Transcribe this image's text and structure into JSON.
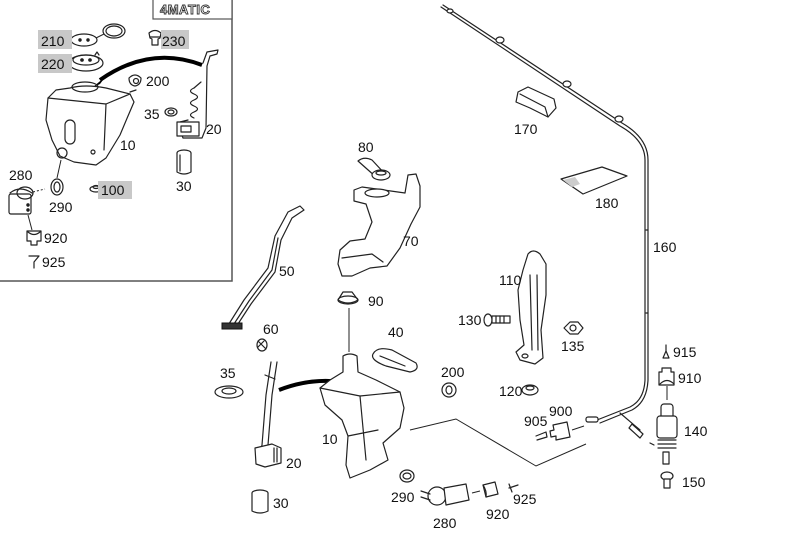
{
  "diagram": {
    "type": "exploded-parts-diagram",
    "subject": "Windshield washer reservoir assembly",
    "inset": {
      "badge": "4MATIC",
      "callouts": [
        {
          "id": "210",
          "label": "210",
          "highlighted": true
        },
        {
          "id": "220",
          "label": "220",
          "highlighted": true
        },
        {
          "id": "230",
          "label": "230",
          "highlighted": true
        },
        {
          "id": "200",
          "label": "200",
          "highlighted": false
        },
        {
          "id": "35",
          "label": "35",
          "highlighted": false
        },
        {
          "id": "20",
          "label": "20",
          "highlighted": false
        },
        {
          "id": "10",
          "label": "10",
          "highlighted": false
        },
        {
          "id": "30",
          "label": "30",
          "highlighted": false
        },
        {
          "id": "100",
          "label": "100",
          "highlighted": true
        },
        {
          "id": "280",
          "label": "280",
          "highlighted": false
        },
        {
          "id": "290",
          "label": "290",
          "highlighted": false
        },
        {
          "id": "920",
          "label": "920",
          "highlighted": false
        },
        {
          "id": "925",
          "label": "925",
          "highlighted": false
        }
      ]
    },
    "main": {
      "callouts": [
        {
          "id": "80",
          "label": "80"
        },
        {
          "id": "70",
          "label": "70"
        },
        {
          "id": "50",
          "label": "50"
        },
        {
          "id": "90",
          "label": "90"
        },
        {
          "id": "60",
          "label": "60"
        },
        {
          "id": "40",
          "label": "40"
        },
        {
          "id": "35",
          "label": "35"
        },
        {
          "id": "10",
          "label": "10"
        },
        {
          "id": "20",
          "label": "20"
        },
        {
          "id": "30",
          "label": "30"
        },
        {
          "id": "200",
          "label": "200"
        },
        {
          "id": "290",
          "label": "290"
        },
        {
          "id": "280",
          "label": "280"
        },
        {
          "id": "920",
          "label": "920"
        },
        {
          "id": "925",
          "label": "925"
        },
        {
          "id": "170",
          "label": "170"
        },
        {
          "id": "180",
          "label": "180"
        },
        {
          "id": "160",
          "label": "160"
        },
        {
          "id": "110",
          "label": "110"
        },
        {
          "id": "130",
          "label": "130"
        },
        {
          "id": "135",
          "label": "135"
        },
        {
          "id": "120",
          "label": "120"
        },
        {
          "id": "905",
          "label": "905"
        },
        {
          "id": "900",
          "label": "900"
        },
        {
          "id": "915",
          "label": "915"
        },
        {
          "id": "910",
          "label": "910"
        },
        {
          "id": "140",
          "label": "140"
        },
        {
          "id": "150",
          "label": "150"
        }
      ]
    }
  }
}
